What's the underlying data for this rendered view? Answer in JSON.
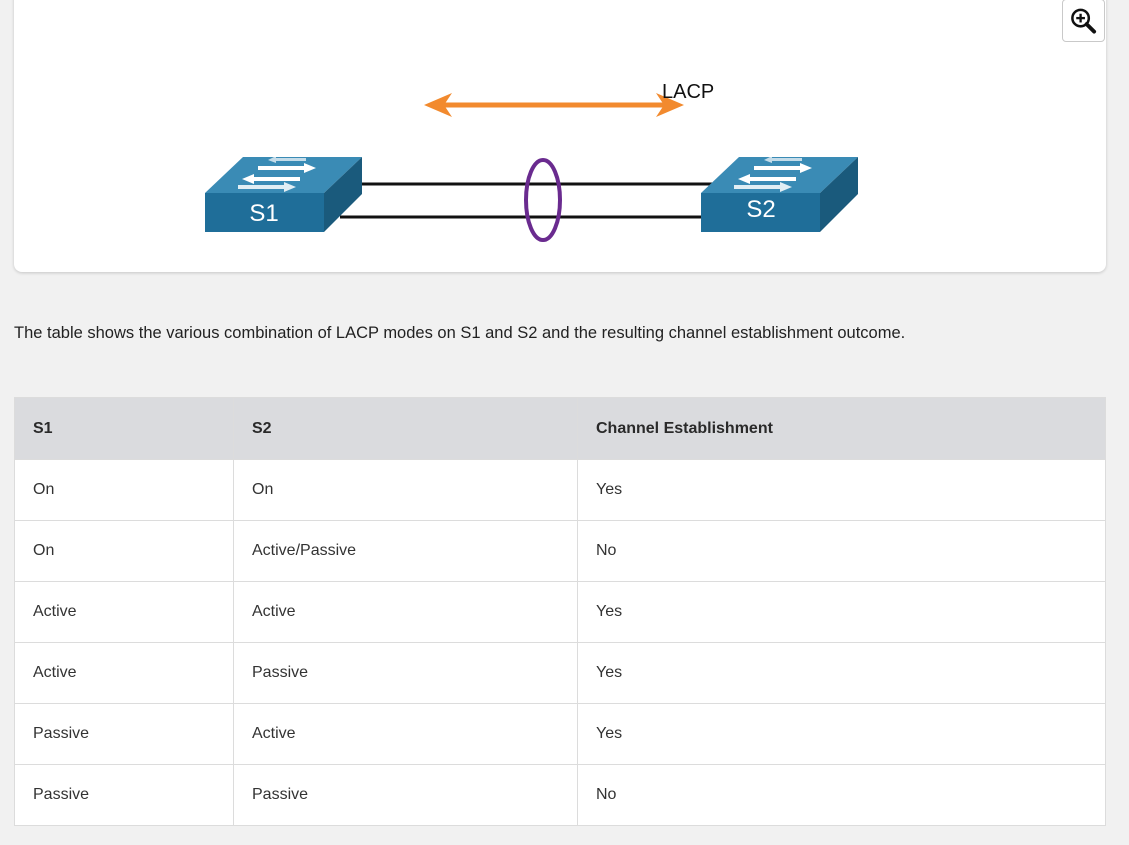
{
  "figure": {
    "protocol_label": "LACP",
    "switches": [
      {
        "name": "S1"
      },
      {
        "name": "S2"
      }
    ],
    "colors": {
      "arrow": "#f28a2e",
      "bundle_ring": "#6a2b8f",
      "switch_top": "#3a8bb5",
      "switch_front": "#1f6e99",
      "switch_side": "#1a5a7c",
      "link": "#111111"
    },
    "zoom_icon": "zoom-in-icon"
  },
  "caption": "The table shows the various combination of LACP modes on S1 and S2 and the resulting channel establishment outcome.",
  "table": {
    "headers": [
      "S1",
      "S2",
      "Channel Establishment"
    ],
    "rows": [
      [
        "On",
        "On",
        "Yes"
      ],
      [
        "On",
        "Active/Passive",
        "No"
      ],
      [
        "Active",
        "Active",
        "Yes"
      ],
      [
        "Active",
        "Passive",
        "Yes"
      ],
      [
        "Passive",
        "Active",
        "Yes"
      ],
      [
        "Passive",
        "Passive",
        "No"
      ]
    ]
  }
}
